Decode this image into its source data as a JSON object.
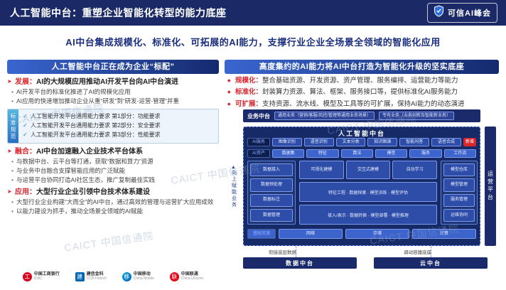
{
  "header": {
    "title": "人工智能中台：重塑企业智能化转型的能力底座",
    "badge": "可信AI峰会"
  },
  "subtitle": "AI中台集成规模化、标准化、可拓展的AI能力，支撑行业企业全场景全领域的智能化应用",
  "left": {
    "header": "人工智能中台正在成为企业“标配”",
    "sec1": {
      "label": "发展：",
      "title": "AI的大规模应用推动AI开发平台向AI中台演进",
      "b1": "AI开发平台的标准化推进了AI的规模化应用",
      "b2": "AI应用的快速增加推动企业从重“研发”到“研发-运营-管理”并重"
    },
    "standards": {
      "tab": "标准规范",
      "i1": "人工智能开发平台通用能力要求 第1部分：功能要求",
      "i2": "人工智能开发平台通用能力要求 第2部分：安全要求",
      "i3": "人工智能开发平台通用能力要求 第3部分：性能要求"
    },
    "sec2": {
      "label": "融合：",
      "title": "AI中台加速融入企业技术平台体系",
      "b1": "与数据中台、云平台等打通，获取“数据和算力”资源",
      "b2": "与业务中台融合支撑智能应用的广泛赋能",
      "b3": "与运营平台协同打造AI社区生态，推广复制最佳实践"
    },
    "sec3": {
      "label": "应用：",
      "title": "大型行业企业引领中台技术体系建设",
      "b1": "大型行业企业构建“大而全”的AI中台，通过高效的管理与运营扩大应用成效",
      "b2": "以能力建设为抓手，推动全场景全领域的AI赋能"
    },
    "logos": [
      {
        "name": "中国工商银行",
        "sub": "ICBC",
        "glyph": "工"
      },
      {
        "name": "建信金科",
        "sub": "CCB Fintech",
        "glyph": "建"
      },
      {
        "name": "中国移动",
        "sub": "China Mobile",
        "glyph": "移"
      },
      {
        "name": "中国联通",
        "sub": "China Unicom",
        "glyph": "联"
      }
    ]
  },
  "right": {
    "header": "高度集约的AI能力将AI中台打造为智能化升级的坚实底座",
    "bullets": [
      {
        "label": "规模化：",
        "text": "整合基础资源、开发资源、资产管理、服务编排、运营能力等能力"
      },
      {
        "label": "标准化：",
        "text": "封装算力资源、算法、框架、服务接口等，提供标准化AI服务能力"
      },
      {
        "label": "可扩展：",
        "text": "支持资源、流水线、模型及工具等的可扩展，保持AI能力的动态演进"
      }
    ],
    "diagram": {
      "business_label": "业务中台",
      "business_box1": "通用业务（营销/客服/风控/管理等通用业务场景）",
      "business_box2": "专有业务（业务创新及智能新业务）",
      "left_rail": "向上赋能业务",
      "right_rail": "运营平台",
      "ai_title": "人工智能中台",
      "new_tag": "新增",
      "svc_label": "AI服务",
      "services": [
        "图像识别",
        "语音识别",
        "文本分类",
        "知识图谱",
        "智能问答",
        "语音合成"
      ],
      "asset_label": "AI资产",
      "assets": [
        "数据集",
        "特征",
        "算法",
        "模型",
        "服务",
        "工作流"
      ],
      "data_col": [
        "数据接入",
        "数据预处理",
        "数据标注",
        "数据管理"
      ],
      "modeling": [
        "可视化建模",
        "交互式建模",
        "自动学习"
      ],
      "pipeline1": "特征工程 · 数据探索 · 模型训练 · 模型评估",
      "pipeline2": "接入/表示 · 数据转换 · 模型部署 · 模型推理",
      "ops_col": [
        "模型仓库",
        "模型管理",
        "服务管理",
        "运维协同"
      ],
      "infra_label": "基础资源",
      "infra": [
        "网络",
        "存储",
        "计算"
      ],
      "link_left": "衔接底层数据",
      "link_right": "调动容器底座",
      "data_bar": "数据中台",
      "cloud_bar": "云中台"
    }
  },
  "watermark": "CAICT 中国信通院"
}
